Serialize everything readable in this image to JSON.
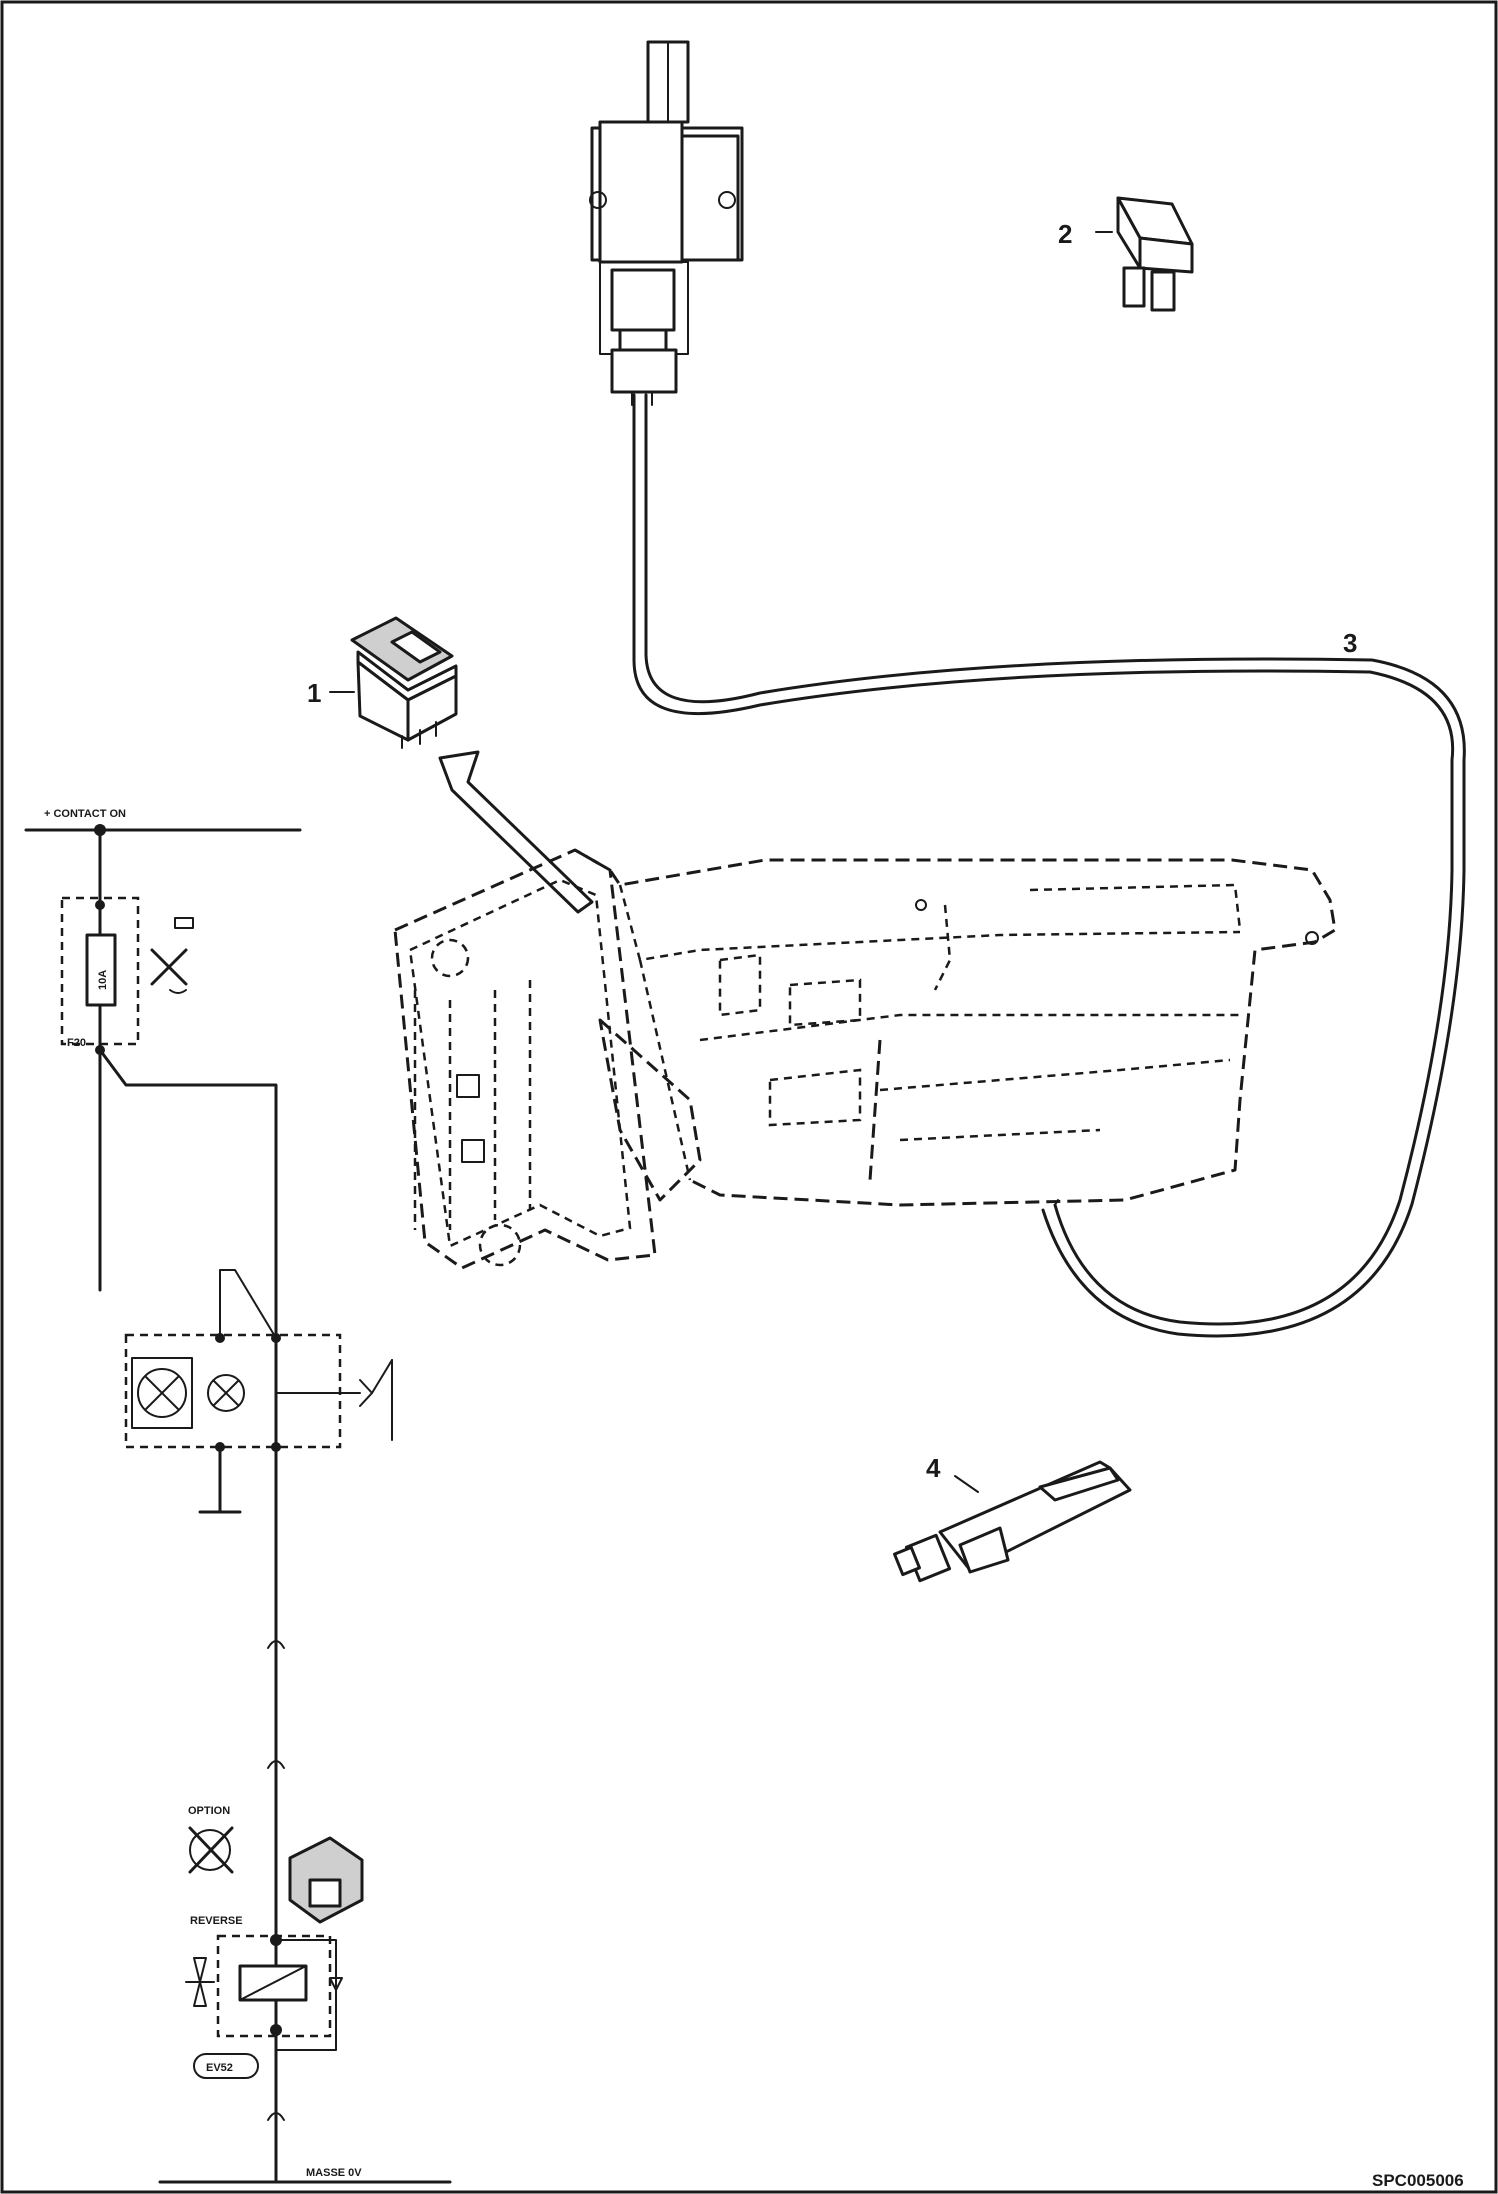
{
  "callouts": {
    "item1": "1",
    "item2": "2",
    "item3": "3",
    "item4": "4"
  },
  "schematic": {
    "supply_label": "+ CONTACT ON",
    "fuse_value": "10A",
    "fuse_ref": "F20",
    "ground_label": "MASSE 0V",
    "option_label": "OPTION",
    "reverse_label": "REVERSE",
    "valve_ref": "EV52"
  },
  "drawing_ref": "SPC005006"
}
